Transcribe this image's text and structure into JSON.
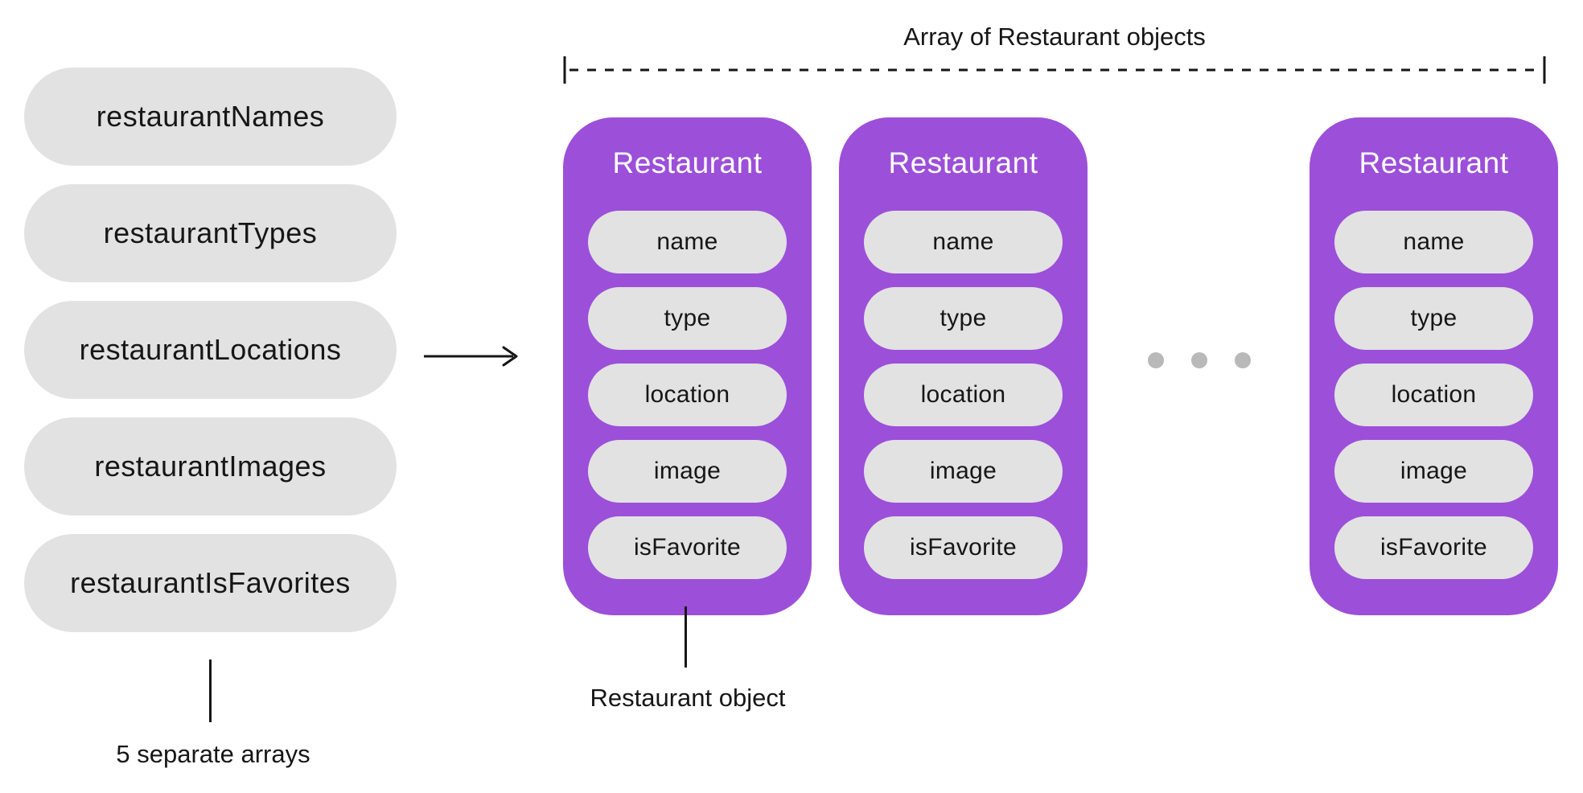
{
  "colors": {
    "background": "#ffffff",
    "card-purple": "#9c4fd9",
    "pill-gray": "#e2e2e2",
    "dot-gray": "#b9b9b9",
    "ink": "#161616",
    "title-white": "#ffffff"
  },
  "diagram": {
    "source_arrays": {
      "items": [
        "restaurantNames",
        "restaurantTypes",
        "restaurantLocations",
        "restaurantImages",
        "restaurantIsFavorites"
      ],
      "caption": "5 separate arrays"
    },
    "bracket_label": "Array of Restaurant objects",
    "object_caption": "Restaurant object",
    "ellipsis_dot_count": 3,
    "cards": [
      {
        "title": "Restaurant",
        "fields": [
          "name",
          "type",
          "location",
          "image",
          "isFavorite"
        ]
      },
      {
        "title": "Restaurant",
        "fields": [
          "name",
          "type",
          "location",
          "image",
          "isFavorite"
        ]
      },
      {
        "title": "Restaurant",
        "fields": [
          "name",
          "type",
          "location",
          "image",
          "isFavorite"
        ]
      }
    ]
  }
}
